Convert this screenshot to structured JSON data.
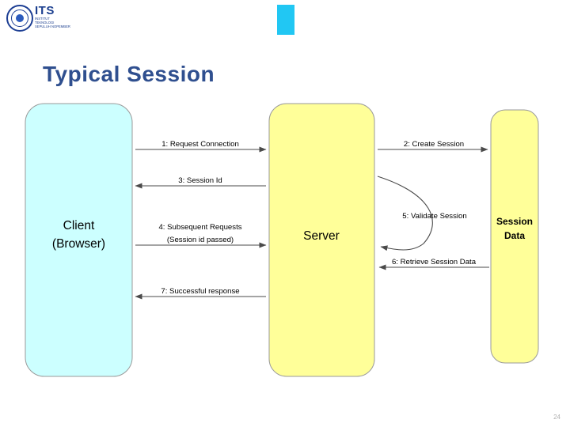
{
  "header": {
    "logo_text": "ITS",
    "logo_subtext": "INSTITUT\nTEKNOLOGI\nSEPULUH NOPEMBER",
    "accent_color": "#21c7f3"
  },
  "slide": {
    "title": "Typical Session",
    "page_number": "24"
  },
  "diagram": {
    "type": "sequence-diagram",
    "nodes": [
      {
        "id": "client",
        "label_line1": "Client",
        "label_line2": "(Browser)",
        "fill": "#ccffff",
        "stroke": "#808080"
      },
      {
        "id": "server",
        "label_line1": "Server",
        "label_line2": "",
        "fill": "#ffff99",
        "stroke": "#808080"
      },
      {
        "id": "session_data",
        "label_line1": "Session",
        "label_line2": "Data",
        "fill": "#ffff99",
        "stroke": "#808080"
      }
    ],
    "messages": [
      {
        "n": "1",
        "text": "1: Request Connection",
        "from": "client",
        "to": "server",
        "direction": "right"
      },
      {
        "n": "2",
        "text": "2: Create Session",
        "from": "server",
        "to": "session_data",
        "direction": "right"
      },
      {
        "n": "3",
        "text": "3: Session Id",
        "from": "server",
        "to": "client",
        "direction": "left"
      },
      {
        "n": "4",
        "text": "4: Subsequent Requests",
        "text_line2": "(Session id passed)",
        "from": "client",
        "to": "server",
        "direction": "right"
      },
      {
        "n": "5",
        "text": "5: Validate Session",
        "from": "server",
        "to": "server",
        "direction": "self-loop"
      },
      {
        "n": "6",
        "text": "6: Retrieve Session Data",
        "from": "session_data",
        "to": "server",
        "direction": "left"
      },
      {
        "n": "7",
        "text": "7: Successful response",
        "from": "server",
        "to": "client",
        "direction": "left"
      }
    ]
  }
}
